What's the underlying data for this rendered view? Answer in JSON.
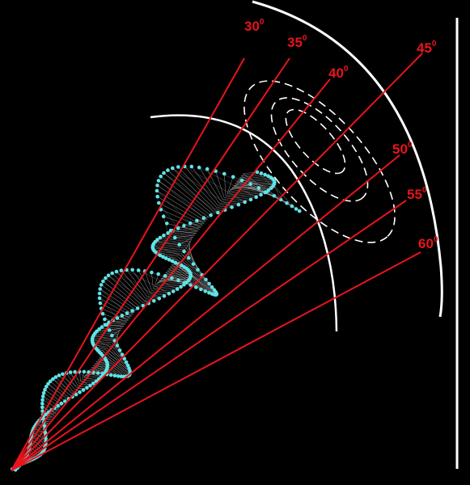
{
  "colors": {
    "background": "#000000",
    "ray": "#e8141c",
    "label": "#e8141c",
    "arc": "#ffffff",
    "bead": "#5fe3e6",
    "mesh": "#d8d8d8"
  },
  "rays": [
    {
      "angle": 30,
      "degree_mark": "0"
    },
    {
      "angle": 35,
      "degree_mark": "0"
    },
    {
      "angle": 40,
      "degree_mark": "0"
    },
    {
      "angle": 45,
      "degree_mark": "0"
    },
    {
      "angle": 50,
      "degree_mark": "0"
    },
    {
      "angle": 55,
      "degree_mark": "0"
    },
    {
      "angle": 60,
      "degree_mark": "0"
    }
  ],
  "elements": {
    "helix_beads": "cyan bead chain",
    "mesh": "white connecting mesh",
    "outer_arc": "outer arc",
    "inner_arc": "inner arc",
    "dashed_ellipses": "dashed ellipses",
    "vertical_line": "vertical line"
  }
}
